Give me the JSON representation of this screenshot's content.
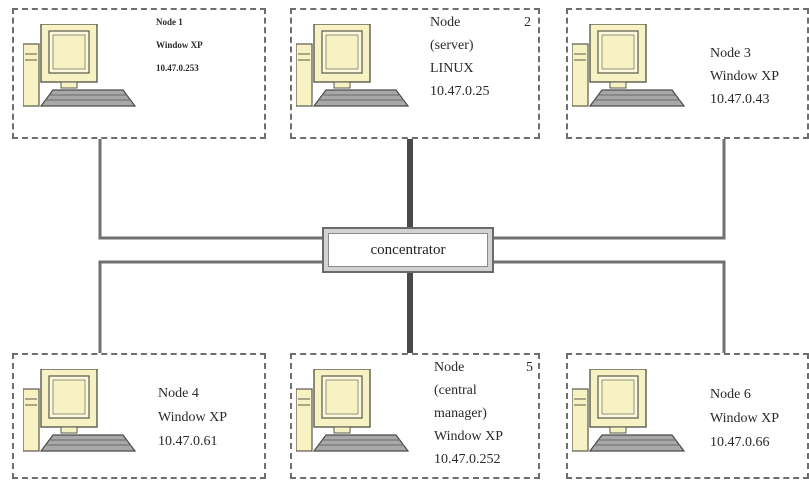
{
  "hub": {
    "label": "concentrator"
  },
  "nodes": [
    {
      "title": "Node 1",
      "role": "",
      "role2": "",
      "os": "Window XP",
      "ip": "10.47.0.253",
      "number": ""
    },
    {
      "title": "Node",
      "role": "(server)",
      "role2": "",
      "os": "LINUX",
      "ip": "10.47.0.25",
      "number": "2"
    },
    {
      "title": "Node 3",
      "role": "",
      "role2": "",
      "os": "Window XP",
      "ip": "10.47.0.43",
      "number": ""
    },
    {
      "title": "Node 4",
      "role": "",
      "role2": "",
      "os": "Window XP",
      "ip": "10.47.0.61",
      "number": ""
    },
    {
      "title": "Node",
      "role": "(central",
      "role2": "manager)",
      "os": "Window XP",
      "ip": "10.47.0.252",
      "number": "5"
    },
    {
      "title": "Node 6",
      "role": "",
      "role2": "",
      "os": "Window XP",
      "ip": "10.47.0.66",
      "number": ""
    }
  ],
  "colors": {
    "cable": "#6e6e6e",
    "hub_cable": "#4a4a4a",
    "monitor_fill": "#f6f2c4",
    "monitor_line": "#5a5a4a",
    "keyboard": "#a8a8a8"
  }
}
